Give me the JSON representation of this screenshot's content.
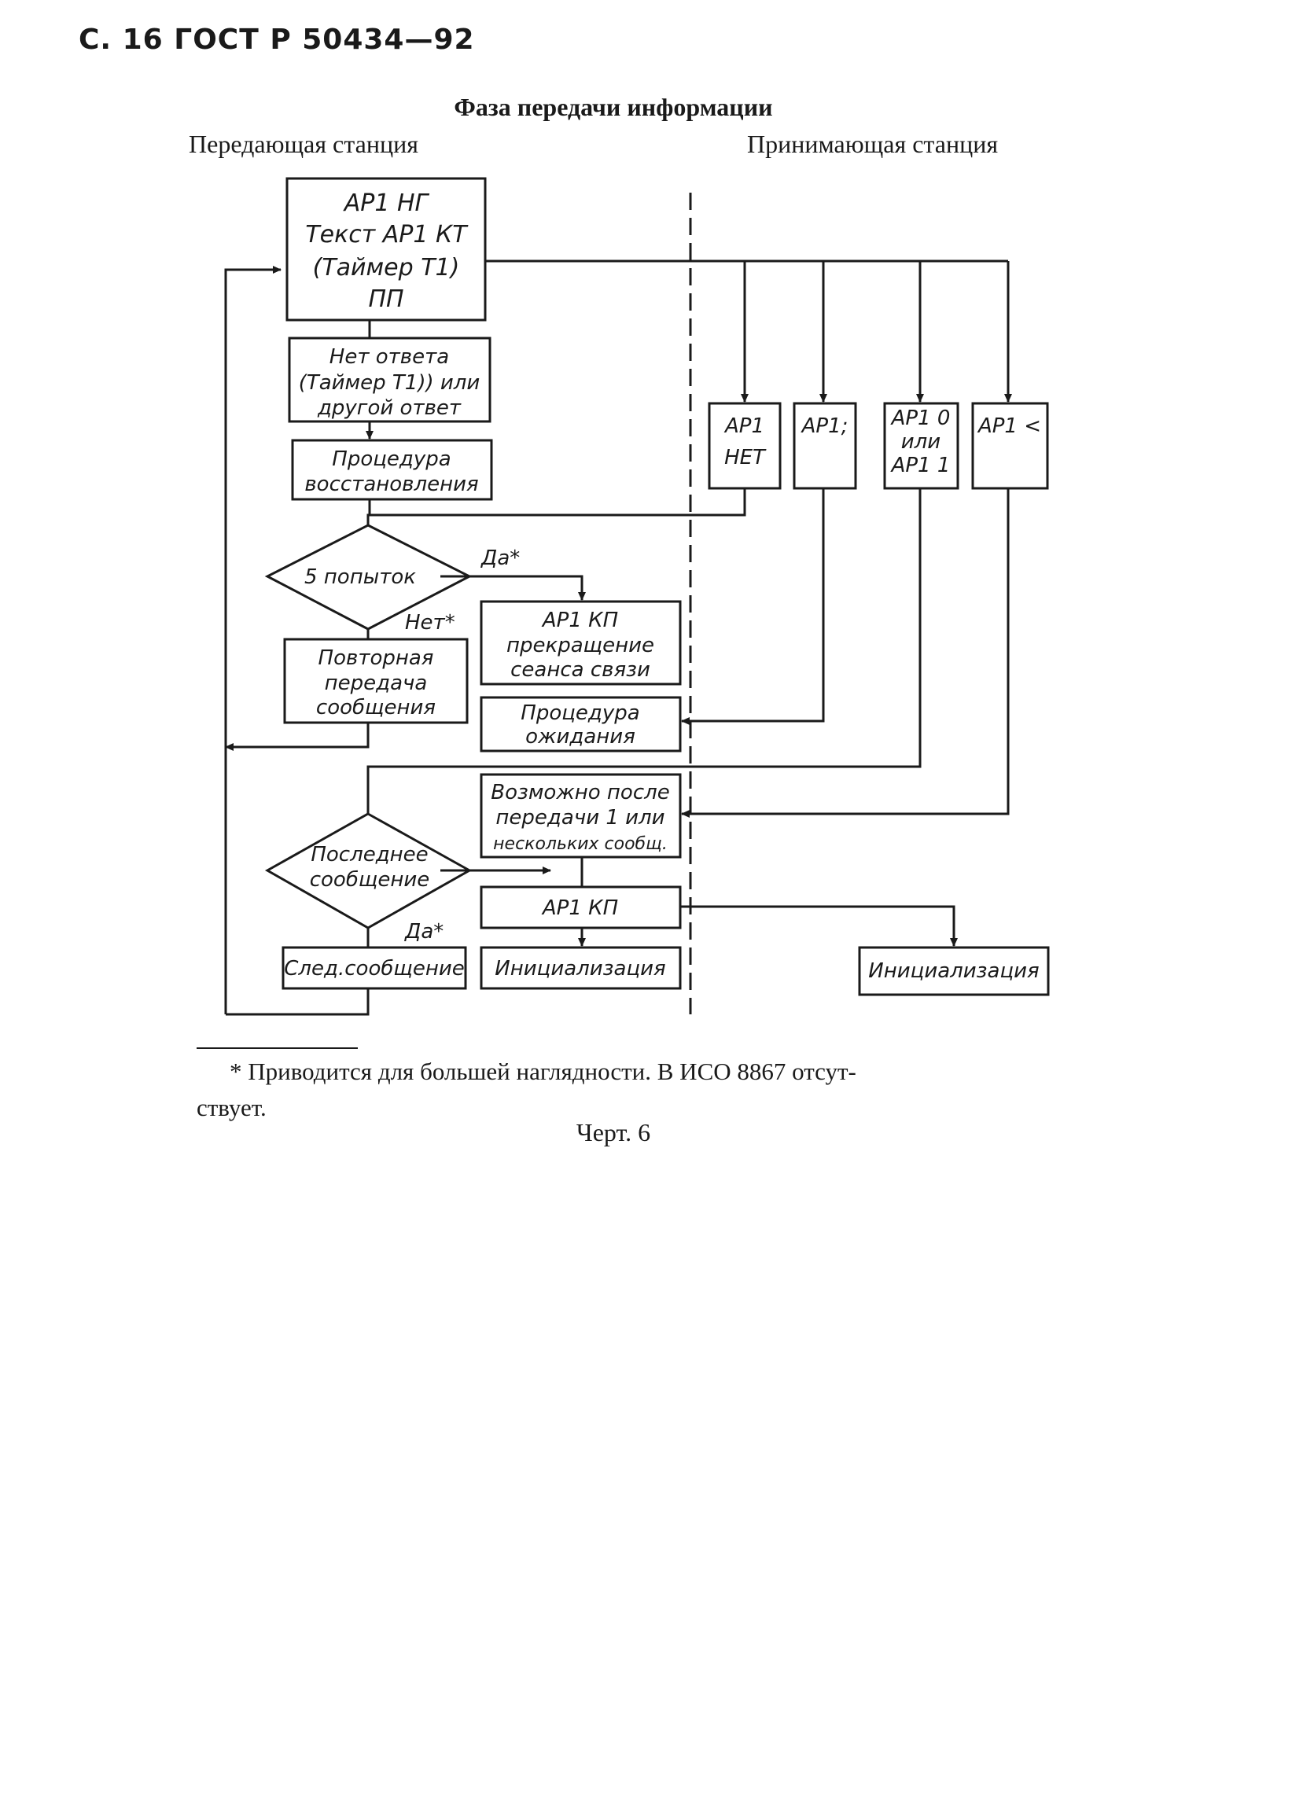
{
  "header": "С. 16 ГОСТ Р 50434—92",
  "title": "Фаза передачи информации",
  "columns": {
    "left": "Передающая станция",
    "right": "Принимающая станция"
  },
  "blocks": {
    "start": [
      "АР1 НГ",
      "Текст АР1 КТ",
      "(Таймер Т1)",
      "ПП"
    ],
    "no_answer": [
      "Нет ответа",
      "(Таймер Т1)) или",
      "другой ответ"
    ],
    "recovery": [
      "Процедура",
      "восстановления"
    ],
    "five_attempts": "5 попыток",
    "yes1": "Да*",
    "no1": "Нет*",
    "terminate": [
      "АР1 КП",
      "прекращение",
      "сеанса связи"
    ],
    "retransmit": [
      "Повторная",
      "передача",
      "сообщения"
    ],
    "wait": [
      "Процедура",
      "ожидания"
    ],
    "possible": [
      "Возможно после",
      "передачи 1 или",
      "нескольких сообщ."
    ],
    "last_msg": [
      "Последнее",
      "сообщение"
    ],
    "ap1_kp": "АР1 КП",
    "yes2": "Да*",
    "next_msg": "След.сообщение",
    "init_left": "Инициализация",
    "init_right": "Инициализация",
    "recv_net": [
      "АР1",
      "НЕТ"
    ],
    "recv_semicolon": "АР1;",
    "recv_01": [
      "АР1 0",
      "или",
      "АР1 1"
    ],
    "recv_less": "АР1 <"
  },
  "footnote": {
    "line1": "* Приводится для большей наглядности. В ИСО 8867 отсут-",
    "line2": "ствует."
  },
  "caption": "Черт. 6"
}
